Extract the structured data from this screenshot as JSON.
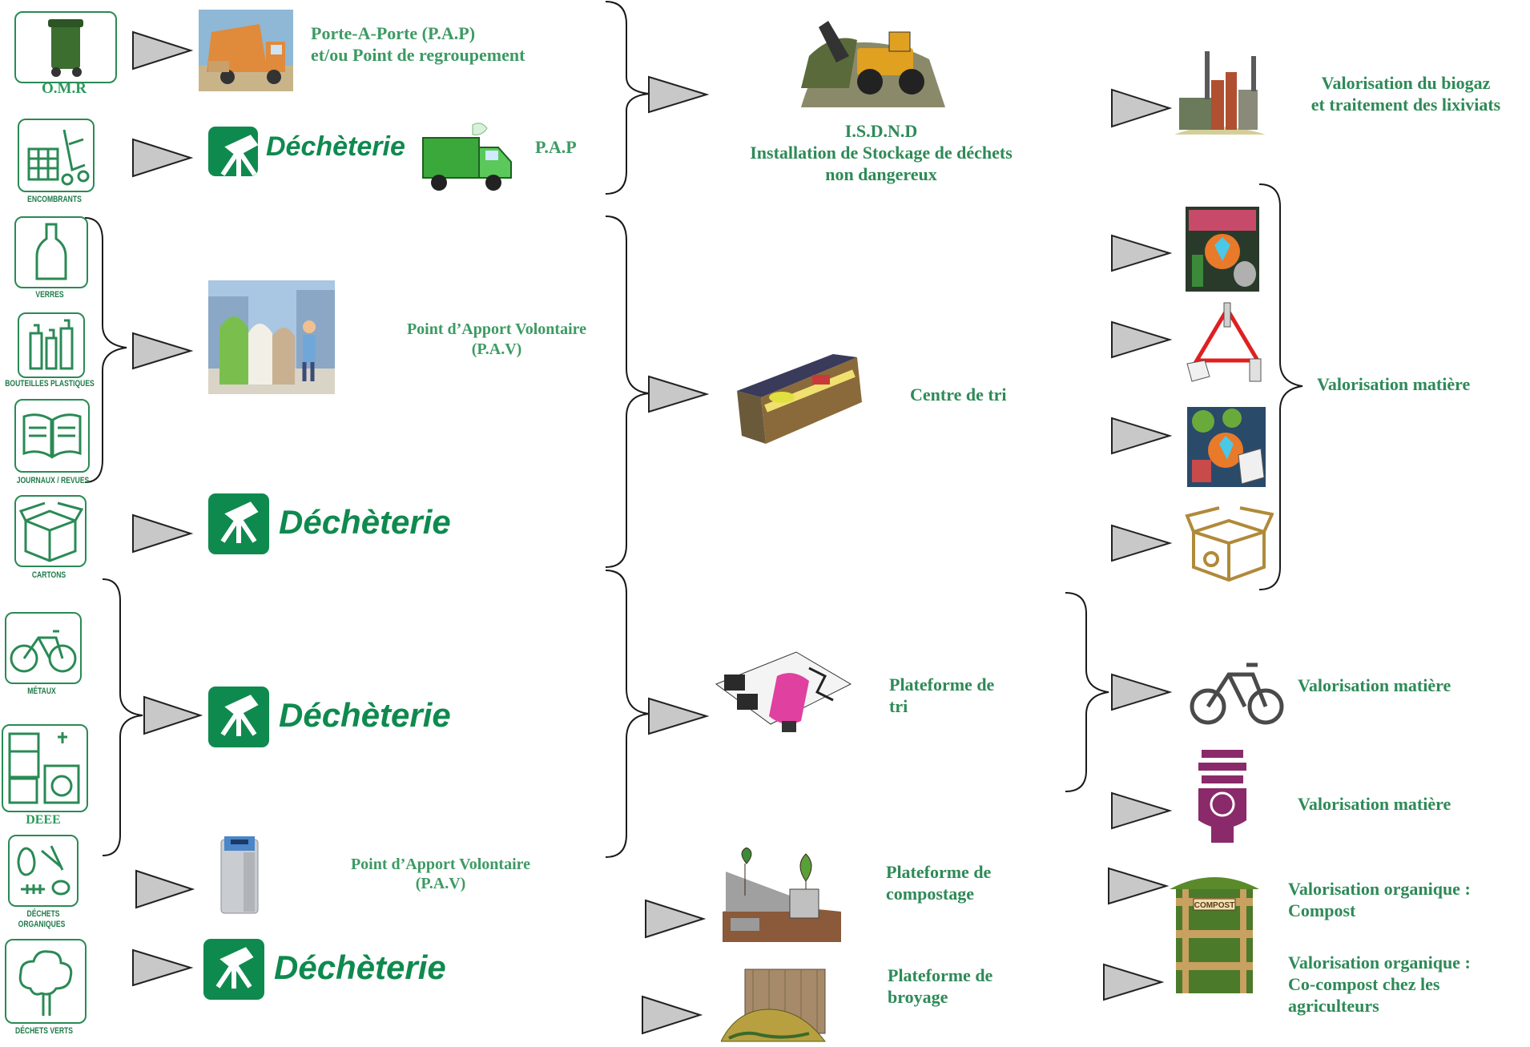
{
  "colors": {
    "label_green": "#3d9a63",
    "icon_green": "#2a8a55",
    "dechet_green": "#0f8a4e",
    "arrow_fill": "#c8c8c8",
    "arrow_stroke": "#222222"
  },
  "waste_types": {
    "omr": "O.M.R",
    "encombrants": "ENCOMBRANTS",
    "verres": "VERRES",
    "bouteilles": "BOUTEILLES PLASTIQUES",
    "journaux": "JOURNAUX / REVUES",
    "cartons": "CARTONS",
    "metaux": "MÉTAUX",
    "deee": "DEEE",
    "organiques_line1": "DÉCHETS",
    "organiques_line2": "ORGANIQUES",
    "verts": "DÉCHETS VERTS"
  },
  "collection": {
    "pap_line1": "Porte-A-Porte (P.A.P)",
    "pap_line2": "et/ou Point de regroupement",
    "pap_short": "P.A.P",
    "pav1_line1": "Point d’Apport Volontaire",
    "pav1_line2": "(P.A.V)",
    "pav2_line1": "Point d’Apport Volontaire",
    "pav2_line2": "(P.A.V)",
    "decheterie": "Déchèterie"
  },
  "treatment": {
    "isdnd_line1": "I.S.D.N.D",
    "isdnd_line2": "Installation de Stockage de déchets",
    "isdnd_line3": "non dangereux",
    "centre_tri": "Centre de tri",
    "plateforme_tri_line1": "Plateforme de",
    "plateforme_tri_line2": "tri",
    "compostage_line1": "Plateforme de",
    "compostage_line2": "compostage",
    "broyage_line1": "Plateforme de",
    "broyage_line2": "broyage"
  },
  "valorisation": {
    "biogaz_line1": "Valorisation du biogaz",
    "biogaz_line2": "et traitement des lixiviats",
    "matiere_1": "Valorisation matière",
    "matiere_2": "Valorisation matière",
    "matiere_3": "Valorisation matière",
    "organique1_line1": "Valorisation organique :",
    "organique1_line2": "Compost",
    "organique2_line1": "Valorisation organique :",
    "organique2_line2": "Co-compost chez les",
    "organique2_line3": "agriculteurs",
    "compost_sign": "COMPOST"
  }
}
